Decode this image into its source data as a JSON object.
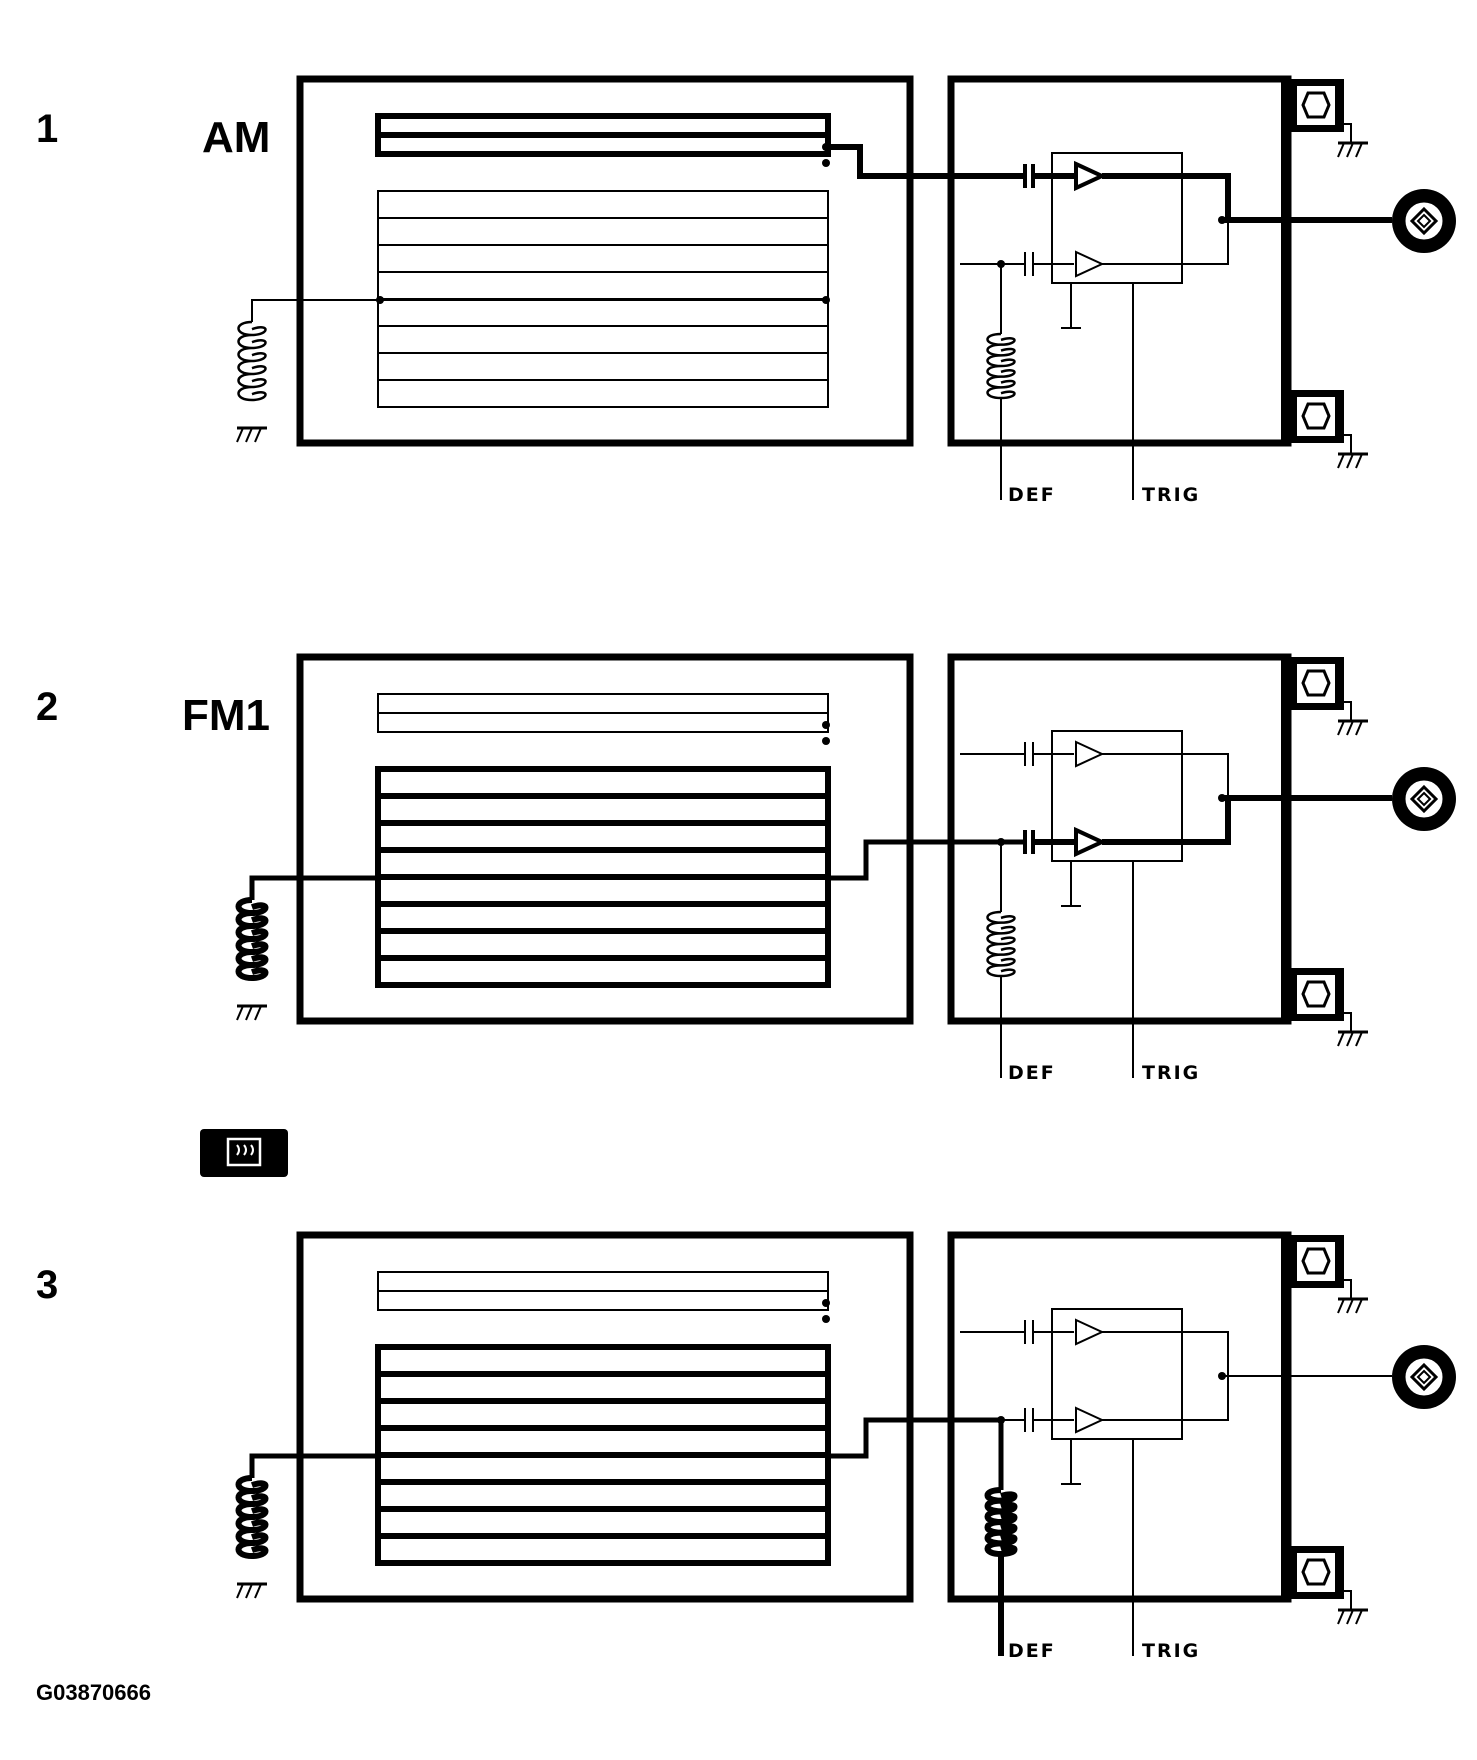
{
  "panels": [
    {
      "number": "1",
      "mode": "AM",
      "def_label": "DEF",
      "trig_label": "TRIG"
    },
    {
      "number": "2",
      "mode": "FM1",
      "def_label": "DEF",
      "trig_label": "TRIG"
    },
    {
      "number": "3",
      "mode": "",
      "mode_icon": "rear-defrost-icon",
      "def_label": "DEF",
      "trig_label": "TRIG"
    }
  ],
  "figure_id": "G03870666",
  "colors": {
    "ink": "#000000",
    "paper": "#ffffff"
  }
}
